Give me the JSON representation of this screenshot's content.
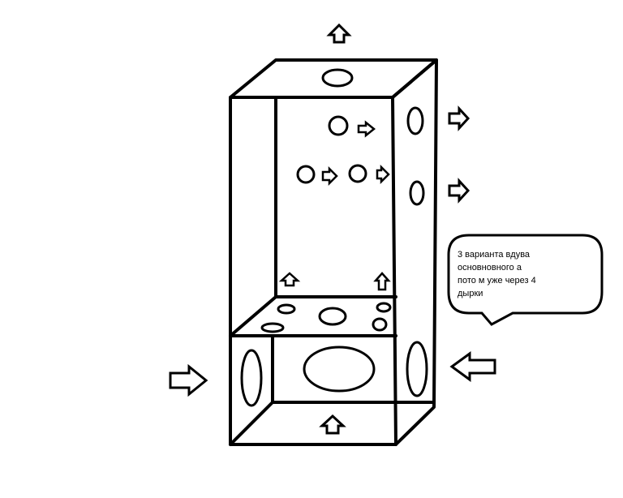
{
  "note": {
    "lines": [
      "3 варианта вдува",
      "основновного а",
      "пото м уже через 4",
      "дырки"
    ]
  },
  "colors": {
    "stroke": "#000000",
    "background": "#ffffff"
  },
  "icons": [
    "arrow-up-icon",
    "arrow-right-icon",
    "arrow-left-icon"
  ]
}
